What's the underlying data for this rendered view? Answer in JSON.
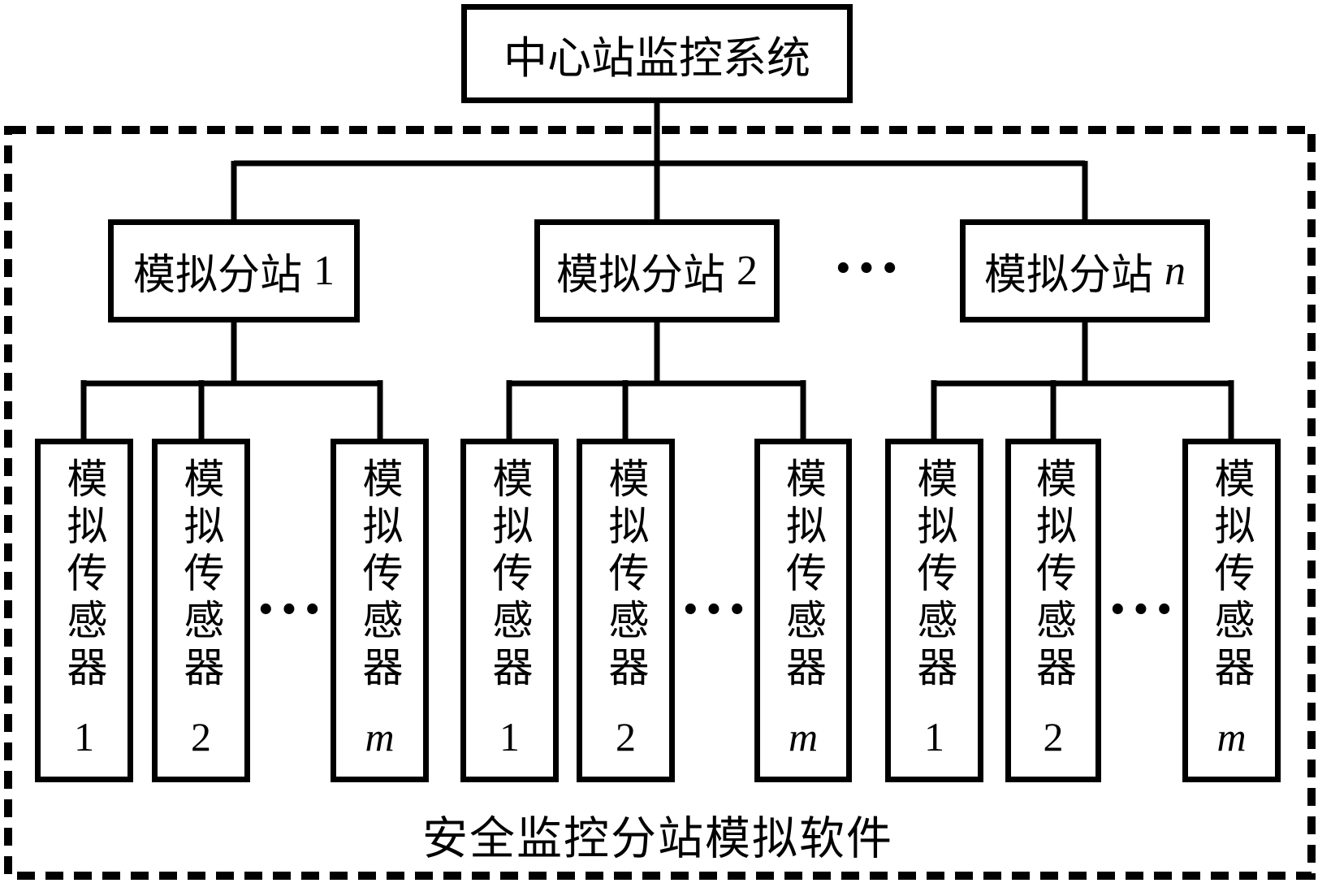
{
  "colors": {
    "line": "#000000",
    "background": "#ffffff"
  },
  "diagram": {
    "root_label": "中心站监控系统",
    "stations": [
      {
        "label": "模拟分站",
        "num": "1",
        "num_style": "normal"
      },
      {
        "label": "模拟分站",
        "num": "2",
        "num_style": "normal"
      },
      {
        "label": "模拟分站",
        "num": "n",
        "num_style": "italic"
      }
    ],
    "stations_ellipsis": "···",
    "groups": [
      {
        "ellipsis": "···",
        "sensors": [
          {
            "label": "模拟传感器",
            "num": "1",
            "num_style": "normal"
          },
          {
            "label": "模拟传感器",
            "num": "2",
            "num_style": "normal"
          },
          {
            "label": "模拟传感器",
            "num": "m",
            "num_style": "italic"
          }
        ]
      },
      {
        "ellipsis": "···",
        "sensors": [
          {
            "label": "模拟传感器",
            "num": "1",
            "num_style": "normal"
          },
          {
            "label": "模拟传感器",
            "num": "2",
            "num_style": "normal"
          },
          {
            "label": "模拟传感器",
            "num": "m",
            "num_style": "italic"
          }
        ]
      },
      {
        "ellipsis": "···",
        "sensors": [
          {
            "label": "模拟传感器",
            "num": "1",
            "num_style": "normal"
          },
          {
            "label": "模拟传感器",
            "num": "2",
            "num_style": "normal"
          },
          {
            "label": "模拟传感器",
            "num": "m",
            "num_style": "italic"
          }
        ]
      }
    ],
    "boundary_label": "安全监控分站模拟软件"
  }
}
